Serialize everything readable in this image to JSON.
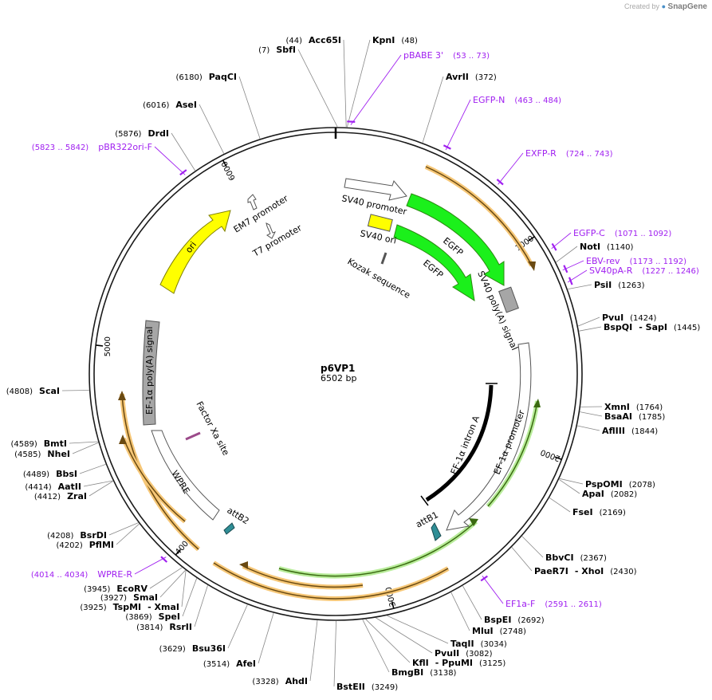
{
  "watermark": {
    "prefix": "Created by",
    "brand": "SnapGene"
  },
  "plasmid": {
    "name": "p6VP1",
    "size_label": "6502 bp",
    "length": 6502
  },
  "ticks": [
    {
      "pos": 1000,
      "label": "1000"
    },
    {
      "pos": 2000,
      "label": "2000"
    },
    {
      "pos": 3000,
      "label": "3000"
    },
    {
      "pos": 4000,
      "label": "4000"
    },
    {
      "pos": 5000,
      "label": "5000"
    },
    {
      "pos": 6000,
      "label": "6000"
    }
  ],
  "colors": {
    "backbone": "#1a1a1a",
    "primer": "#a020f0",
    "egfp": "#1bf01b",
    "ori": "#ffff00",
    "polya": "#a6a6a6",
    "orange_hl": "#f6c777",
    "green_hl": "#b8ec9a",
    "att": "#2f8e96"
  },
  "enzymes": [
    {
      "name": "SbfI",
      "pos_label": "(7)",
      "loc": 7
    },
    {
      "name": "Acc65I",
      "pos_label": "(44)",
      "loc": 44
    },
    {
      "name": "KpnI",
      "pos_label": "(48)",
      "loc": 48
    },
    {
      "name": "AvrII",
      "pos_label": "(372)",
      "loc": 372
    },
    {
      "name": "NotI",
      "pos_label": "(1140)",
      "loc": 1140
    },
    {
      "name": "PsiI",
      "pos_label": "(1263)",
      "loc": 1263
    },
    {
      "name": "PvuI",
      "pos_label": "(1424)",
      "loc": 1424
    },
    {
      "name": "BspQI",
      "name2": "- SapI",
      "pos_label": "(1445)",
      "loc": 1445
    },
    {
      "name": "XmnI",
      "pos_label": "(1764)",
      "loc": 1764
    },
    {
      "name": "BsaAI",
      "pos_label": "(1785)",
      "loc": 1785
    },
    {
      "name": "AflIII",
      "pos_label": "(1844)",
      "loc": 1844
    },
    {
      "name": "PspOMI",
      "pos_label": "(2078)",
      "loc": 2078
    },
    {
      "name": "ApaI",
      "pos_label": "(2082)",
      "loc": 2082
    },
    {
      "name": "FseI",
      "pos_label": "(2169)",
      "loc": 2169
    },
    {
      "name": "BbvCI",
      "pos_label": "(2367)",
      "loc": 2367
    },
    {
      "name": "PaeR7I",
      "name2": "- XhoI",
      "pos_label": "(2430)",
      "loc": 2430
    },
    {
      "name": "BspEI",
      "pos_label": "(2692)",
      "loc": 2692
    },
    {
      "name": "MluI",
      "pos_label": "(2748)",
      "loc": 2748
    },
    {
      "name": "TaqII",
      "pos_label": "(3034)",
      "loc": 3034
    },
    {
      "name": "PvuII",
      "pos_label": "(3082)",
      "loc": 3082
    },
    {
      "name": "KflI",
      "name2": "- PpuMI",
      "pos_label": "(3125)",
      "loc": 3125
    },
    {
      "name": "BmgBI",
      "pos_label": "(3138)",
      "loc": 3138
    },
    {
      "name": "BstEII",
      "pos_label": "(3249)",
      "loc": 3249
    },
    {
      "name": "AhdI",
      "pos_label": "(3328)",
      "loc": 3328
    },
    {
      "name": "AfeI",
      "pos_label": "(3514)",
      "loc": 3514
    },
    {
      "name": "Bsu36I",
      "pos_label": "(3629)",
      "loc": 3629
    },
    {
      "name": "RsrII",
      "pos_label": "(3814)",
      "loc": 3814
    },
    {
      "name": "SpeI",
      "pos_label": "(3869)",
      "loc": 3869
    },
    {
      "name": "TspMI",
      "name2": "- XmaI",
      "pos_label": "(3925)",
      "loc": 3925
    },
    {
      "name": "SmaI",
      "pos_label": "(3927)",
      "loc": 3927
    },
    {
      "name": "EcoRV",
      "pos_label": "(3945)",
      "loc": 3945
    },
    {
      "name": "PflMI",
      "pos_label": "(4202)",
      "loc": 4202
    },
    {
      "name": "BsrDI",
      "pos_label": "(4208)",
      "loc": 4208
    },
    {
      "name": "ZraI",
      "pos_label": "(4412)",
      "loc": 4412
    },
    {
      "name": "AatII",
      "pos_label": "(4414)",
      "loc": 4414
    },
    {
      "name": "BbsI",
      "pos_label": "(4489)",
      "loc": 4489
    },
    {
      "name": "NheI",
      "pos_label": "(4585)",
      "loc": 4585
    },
    {
      "name": "BmtI",
      "pos_label": "(4589)",
      "loc": 4589
    },
    {
      "name": "ScaI",
      "pos_label": "(4808)",
      "loc": 4808
    },
    {
      "name": "DrdI",
      "pos_label": "(5876)",
      "loc": 5876
    },
    {
      "name": "AseI",
      "pos_label": "(6016)",
      "loc": 6016
    },
    {
      "name": "PaqCI",
      "pos_label": "(6180)",
      "loc": 6180
    }
  ],
  "primers": [
    {
      "name": "pBABE 3'",
      "range": "(53 .. 73)",
      "loc": 63
    },
    {
      "name": "EGFP-N",
      "range": "(463 .. 484)",
      "loc": 473
    },
    {
      "name": "EXFP-R",
      "range": "(724 .. 743)",
      "loc": 733
    },
    {
      "name": "EGFP-C",
      "range": "(1071 .. 1092)",
      "loc": 1081
    },
    {
      "name": "EBV-rev",
      "range": "(1173 .. 1192)",
      "loc": 1182
    },
    {
      "name": "SV40pA-R",
      "range": "(1227 .. 1246)",
      "loc": 1236
    },
    {
      "name": "EF1a-F",
      "range": "(2591 .. 2611)",
      "loc": 2601
    },
    {
      "name": "WPRE-R",
      "range": "(4014 .. 4034)",
      "loc": 4024
    },
    {
      "name": "pBR322ori-F",
      "range": "(5823 .. 5842)",
      "loc": 5832
    }
  ],
  "features": [
    {
      "name": "SV40 promoter"
    },
    {
      "name": "SV40 ori"
    },
    {
      "name": "EGFP"
    },
    {
      "name": "EGFP"
    },
    {
      "name": "Kozak sequence"
    },
    {
      "name": "SV40 poly(A) signal"
    },
    {
      "name": "EF-1α intron A"
    },
    {
      "name": "EF-1α promoter"
    },
    {
      "name": "attB1"
    },
    {
      "name": "attB2"
    },
    {
      "name": "WPRE"
    },
    {
      "name": "Factor Xa site"
    },
    {
      "name": "EF-1α poly(A) signal"
    },
    {
      "name": "ori"
    },
    {
      "name": "EM7 promoter"
    },
    {
      "name": "T7 promoter"
    }
  ]
}
